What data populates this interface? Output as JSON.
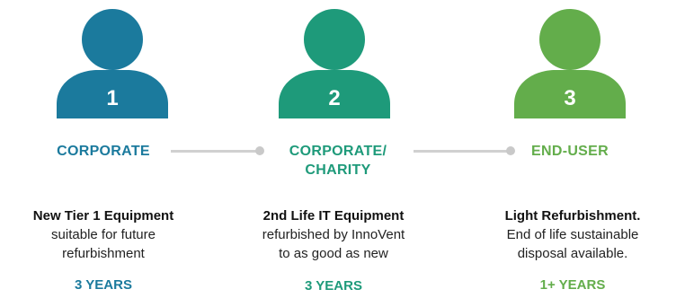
{
  "colors": {
    "step1": "#1b7a9d",
    "step2": "#1e9a7a",
    "step3": "#63ad4b",
    "connector": "#cfcfcf"
  },
  "steps": [
    {
      "number": "1",
      "role_line1": "CORPORATE",
      "role_line2": "",
      "title": "New Tier 1 Equipment",
      "desc_line1": "suitable for future",
      "desc_line2": "refurbishment",
      "years": "3 YEARS",
      "icon": "person-icon"
    },
    {
      "number": "2",
      "role_line1": "CORPORATE/",
      "role_line2": "CHARITY",
      "title": "2nd Life IT Equipment",
      "desc_line1": "refurbished by InnoVent",
      "desc_line2": "to as good as new",
      "years": "3 YEARS",
      "icon": "person-icon"
    },
    {
      "number": "3",
      "role_line1": "END-USER",
      "role_line2": "",
      "title": "Light Refurbishment.",
      "desc_line1": "End of life sustainable",
      "desc_line2": "disposal available.",
      "years": "1+ YEARS",
      "icon": "person-icon"
    }
  ]
}
